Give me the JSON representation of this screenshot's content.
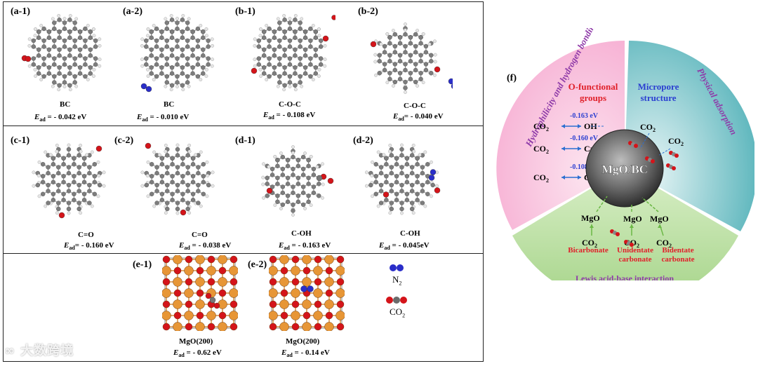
{
  "panels": {
    "a1": {
      "label": "(a-1)",
      "caption": "BC",
      "eq_sym": "E",
      "eq_sub": "ad",
      "eq_val": " = - 0.042 eV"
    },
    "a2": {
      "label": "(a-2)",
      "caption": "BC",
      "eq_sym": "E",
      "eq_sub": "ad",
      "eq_val": " = - 0.010 eV"
    },
    "b1": {
      "label": "(b-1)",
      "caption": "C-O-C",
      "eq_sym": "E",
      "eq_sub": "ad",
      "eq_val": " = - 0.108 eV"
    },
    "b2": {
      "label": "(b-2)",
      "caption": "C-O-C",
      "eq_sym": "E",
      "eq_sub": "ad",
      "eq_val": "= - 0.040 eV"
    },
    "c1": {
      "label": "(c-1)",
      "caption": "C=O",
      "eq_sym": "E",
      "eq_sub": "ad",
      "eq_val": "= - 0.160 eV"
    },
    "c2": {
      "label": "(c-2)",
      "caption": "C=O",
      "eq_sym": "E",
      "eq_sub": "ad",
      "eq_val": " = - 0.038 eV"
    },
    "d1": {
      "label": "(d-1)",
      "caption": "C-OH",
      "eq_sym": "E",
      "eq_sub": "ad",
      "eq_val": " = - 0.163 eV"
    },
    "d2": {
      "label": "(d-2)",
      "caption": "C-OH",
      "eq_sym": "E",
      "eq_sub": "ad",
      "eq_val": " = - 0.045eV"
    },
    "e1": {
      "label": "(e-1)",
      "caption": "MgO(200)",
      "eq_sym": "E",
      "eq_sub": "ad",
      "eq_val": " = - 0.62 eV"
    },
    "e2": {
      "label": "(e-2)",
      "caption": "MgO(200)",
      "eq_sym": "E",
      "eq_sub": "ad",
      "eq_val": " = - 0.14 eV"
    }
  },
  "legend": {
    "n2": "N",
    "n2_sub": "2",
    "co2": "CO",
    "co2_sub": "2"
  },
  "watermark": "大数跨境",
  "panel_f": {
    "label": "(f)",
    "center": "MgO/BC",
    "sector_hydro": "Hydrophilicity and hydrogen bonding",
    "sector_physical": "Physical adsorption",
    "sector_lewis": "Lewis acid-base interaction",
    "ofunc_line1": "O-functional",
    "ofunc_line2": "groups",
    "micro_line1": "Micropore",
    "micro_line2": "structure",
    "rows": [
      {
        "energy": "-0.163 eV",
        "left": "CO",
        "right": "OH"
      },
      {
        "energy": "-0.160 eV",
        "left": "CO",
        "right": "C=O"
      },
      {
        "energy": "-0.108 eV",
        "left": "CO",
        "right": "C-O"
      }
    ],
    "co2_label": "CO",
    "sub2": "2",
    "mgo": "MgO",
    "bicarbonate": "Bicarbonate",
    "unidentate_1": "Unidentate",
    "unidentate_2": "carbonate",
    "bidentate_1": "Bidentate",
    "bidentate_2": "carbonate",
    "colors": {
      "pink": "#f9c9e0",
      "teal": "#a8d9dc",
      "green": "#bfe0a3",
      "red_text": "#e0202a",
      "blue_text": "#2b3fd1",
      "purple_text": "#8e3aa8"
    }
  }
}
